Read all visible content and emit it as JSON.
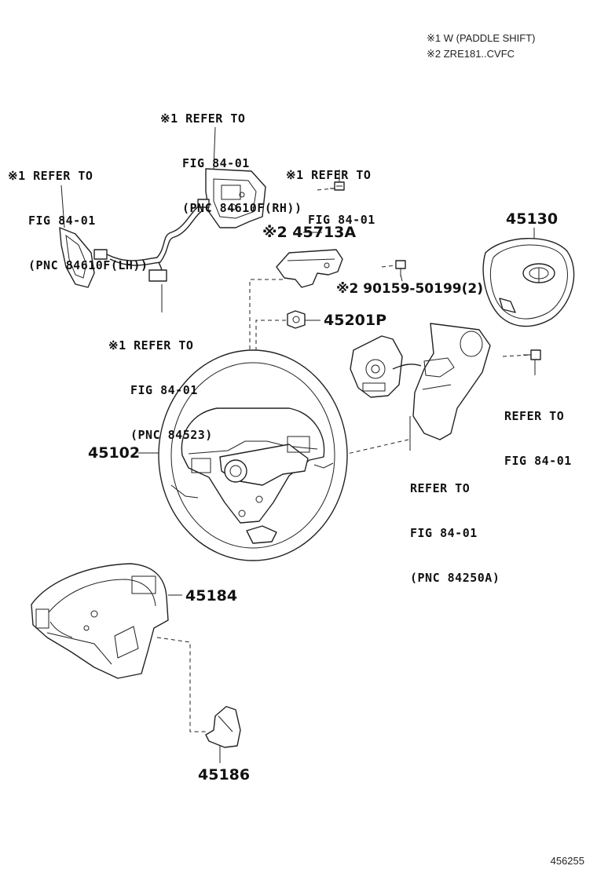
{
  "notes": [
    "※1 W (PADDLE SHIFT)",
    "※2 ZRE181..CVFC"
  ],
  "callouts": {
    "paddle_rh": [
      "※1 REFER TO",
      "FIG 84-01",
      "(PNC 84610F(RH))"
    ],
    "paddle_lh": [
      "※1 REFER TO",
      "FIG 84-01",
      "(PNC 84610F(LH))"
    ],
    "screw_top": [
      "※1 REFER TO",
      "FIG 84-01"
    ],
    "wire_harness": [
      "※1 REFER TO",
      "FIG 84-01",
      "(PNC 84523)"
    ],
    "screw_right": [
      "REFER TO",
      "FIG 84-01"
    ],
    "switch_assy": [
      "REFER TO",
      "FIG 84-01",
      "(PNC 84250A)"
    ]
  },
  "parts": {
    "p45713A": "※2 45713A",
    "p90159": "※2 90159-50199(2)",
    "p45201P": "45201P",
    "p45130": "45130",
    "p45102": "45102",
    "p45184": "45184",
    "p45186": "45186"
  },
  "figure_id": "456255",
  "icons": {
    "airbag_logo": "toyota-emblem-icon",
    "reference_mark": "kome-mark"
  }
}
